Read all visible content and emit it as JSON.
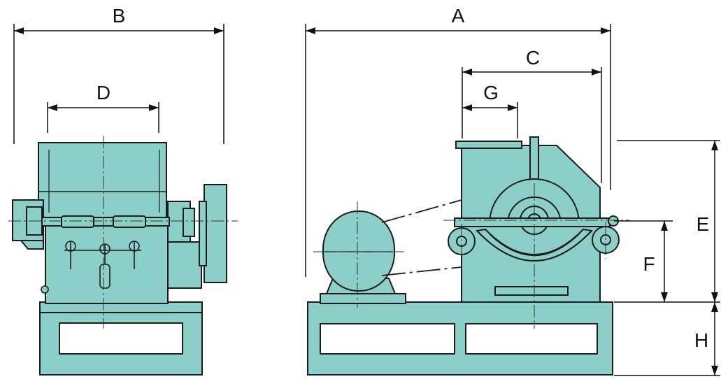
{
  "labels": {
    "a": "A",
    "b": "B",
    "c": "C",
    "d": "D",
    "e": "E",
    "f": "F",
    "g": "G",
    "h": "H"
  },
  "colors": {
    "machine_fill": "#8ccfc9",
    "outline": "#1c1c1c",
    "background": "#ffffff",
    "dimension_line": "#111111"
  }
}
